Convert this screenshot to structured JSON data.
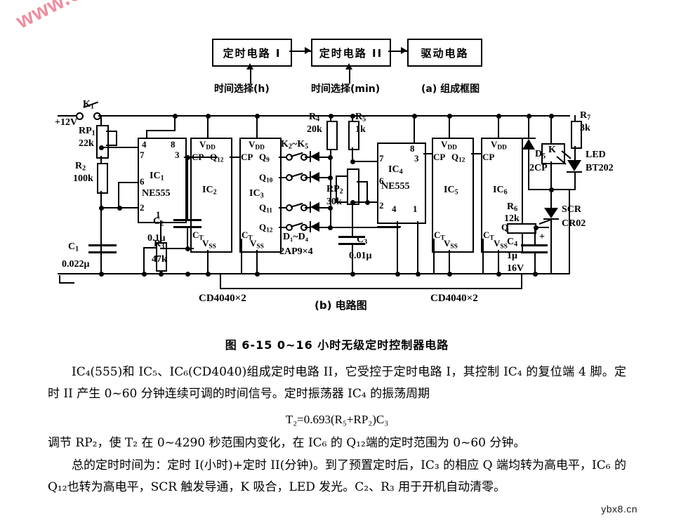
{
  "watermarks": {
    "main": "www.elecfans.com",
    "footer": "ybx8.cn"
  },
  "block_diagram": {
    "boxes": [
      {
        "label": "定时电路 I"
      },
      {
        "label": "定时电路 II"
      },
      {
        "label": "驱动电路"
      }
    ],
    "annotations": [
      {
        "label": "时间选择(h)"
      },
      {
        "label": "时间选择(min)"
      },
      {
        "label": "(a) 组成框图"
      }
    ]
  },
  "circuit": {
    "caption": "(b) 电路图",
    "bus_labels": [
      {
        "label": "CD4040×2"
      },
      {
        "label": "CD4040×2"
      }
    ],
    "power": {
      "switch": "K",
      "switch_sub": "1",
      "supply": "+12V"
    },
    "components": [
      {
        "ref": "RP",
        "sub": "1",
        "value": "22k"
      },
      {
        "ref": "R",
        "sub": "2",
        "value": "100k"
      },
      {
        "ref": "C",
        "sub": "1",
        "value": "0.022μ"
      },
      {
        "ref": "C",
        "sub": "2",
        "value": "0.1μ"
      },
      {
        "ref": "R",
        "sub": "3",
        "value": "47k"
      },
      {
        "ref": "R",
        "sub": "4",
        "value": "20k"
      },
      {
        "ref": "R",
        "sub": "5",
        "value": "1k"
      },
      {
        "ref": "RP",
        "sub": "2",
        "value": "30k"
      },
      {
        "ref": "C",
        "sub": "3",
        "value": "0.01μ"
      },
      {
        "ref": "R",
        "sub": "6",
        "value": "12k"
      },
      {
        "ref": "C",
        "sub": "4",
        "value": "1μ",
        "value2": "16V"
      },
      {
        "ref": "R",
        "sub": "7",
        "value": "3k"
      }
    ],
    "ics": [
      {
        "name": "IC",
        "sub": "1",
        "type": "NE555",
        "pins": [
          "4",
          "8",
          "7",
          "3",
          "6",
          "2",
          "1"
        ]
      },
      {
        "name": "IC",
        "sub": "2",
        "type": "CD4040",
        "pins": [
          "V_DD",
          "CP",
          "Q12",
          "CT",
          "V_SS"
        ]
      },
      {
        "name": "IC",
        "sub": "3",
        "type": "CD4040",
        "pins": [
          "V_DD",
          "CP",
          "Q9",
          "Q10",
          "Q11",
          "Q12",
          "CT",
          "V_SS"
        ]
      },
      {
        "name": "IC",
        "sub": "4",
        "type": "NE555",
        "pins": [
          "8",
          "7",
          "3",
          "6",
          "2",
          "4",
          "1"
        ]
      },
      {
        "name": "IC",
        "sub": "5",
        "type": "CD4040",
        "pins": [
          "V_DD",
          "CP",
          "Q12",
          "CT",
          "V_SS"
        ]
      },
      {
        "name": "IC",
        "sub": "6",
        "type": "CD4040",
        "pins": [
          "V_DD",
          "CP",
          "Q12",
          "CT",
          "V_SS"
        ]
      }
    ],
    "ic_pin_text": {
      "vdd": "V",
      "vdd_sub": "DD",
      "vss": "V",
      "vss_sub": "SS",
      "cp": "CP",
      "ct": "C",
      "ct_sub": "T",
      "q9": "Q",
      "q9_sub": "9",
      "q10": "Q",
      "q10_sub": "10",
      "q11": "Q",
      "q11_sub": "11",
      "q12": "Q",
      "q12_sub": "12"
    },
    "switch_bank": {
      "label": "K",
      "range_from": "2",
      "range_to": "5",
      "text": "K₂~K₅"
    },
    "diode_bank": {
      "text": "D₁~D₄",
      "type": "2AP9×4"
    },
    "output": {
      "diode": {
        "ref": "D",
        "sub": "5",
        "type": "2CP"
      },
      "relay": "K",
      "led": {
        "label": "LED",
        "type": "BT202"
      },
      "scr": {
        "label": "SCR",
        "type": "CR02"
      }
    }
  },
  "figure_caption": "图 6-15   0~16 小时无级定时控制器电路",
  "body": {
    "p1": "IC₄(555)和 IC₅、IC₆(CD4040)组成定时电路 II，它受控于定时电路 I，其控制 IC₄ 的复位端 4 脚。定时 II 产生 0~60 分钟连续可调的时间信号。定时振荡器 IC₄ 的振荡周期",
    "formula": "T₂=0.693(R₅+RP₂)C₃",
    "p2": "调节 RP₂，使 T₂ 在 0~4290 秒范围内变化，在 IC₆ 的 Q₁₂端的定时范围为 0~60 分钟。",
    "p3": "总的定时时间为：定时 I(小时)+定时 II(分钟)。到了预置定时后，IC₃ 的相应 Q 端均转为高电平，IC₆ 的 Q₁₂也转为高电平，SCR 触发导通，K 吸合，LED 发光。C₂、R₃ 用于开机自动清零。"
  }
}
